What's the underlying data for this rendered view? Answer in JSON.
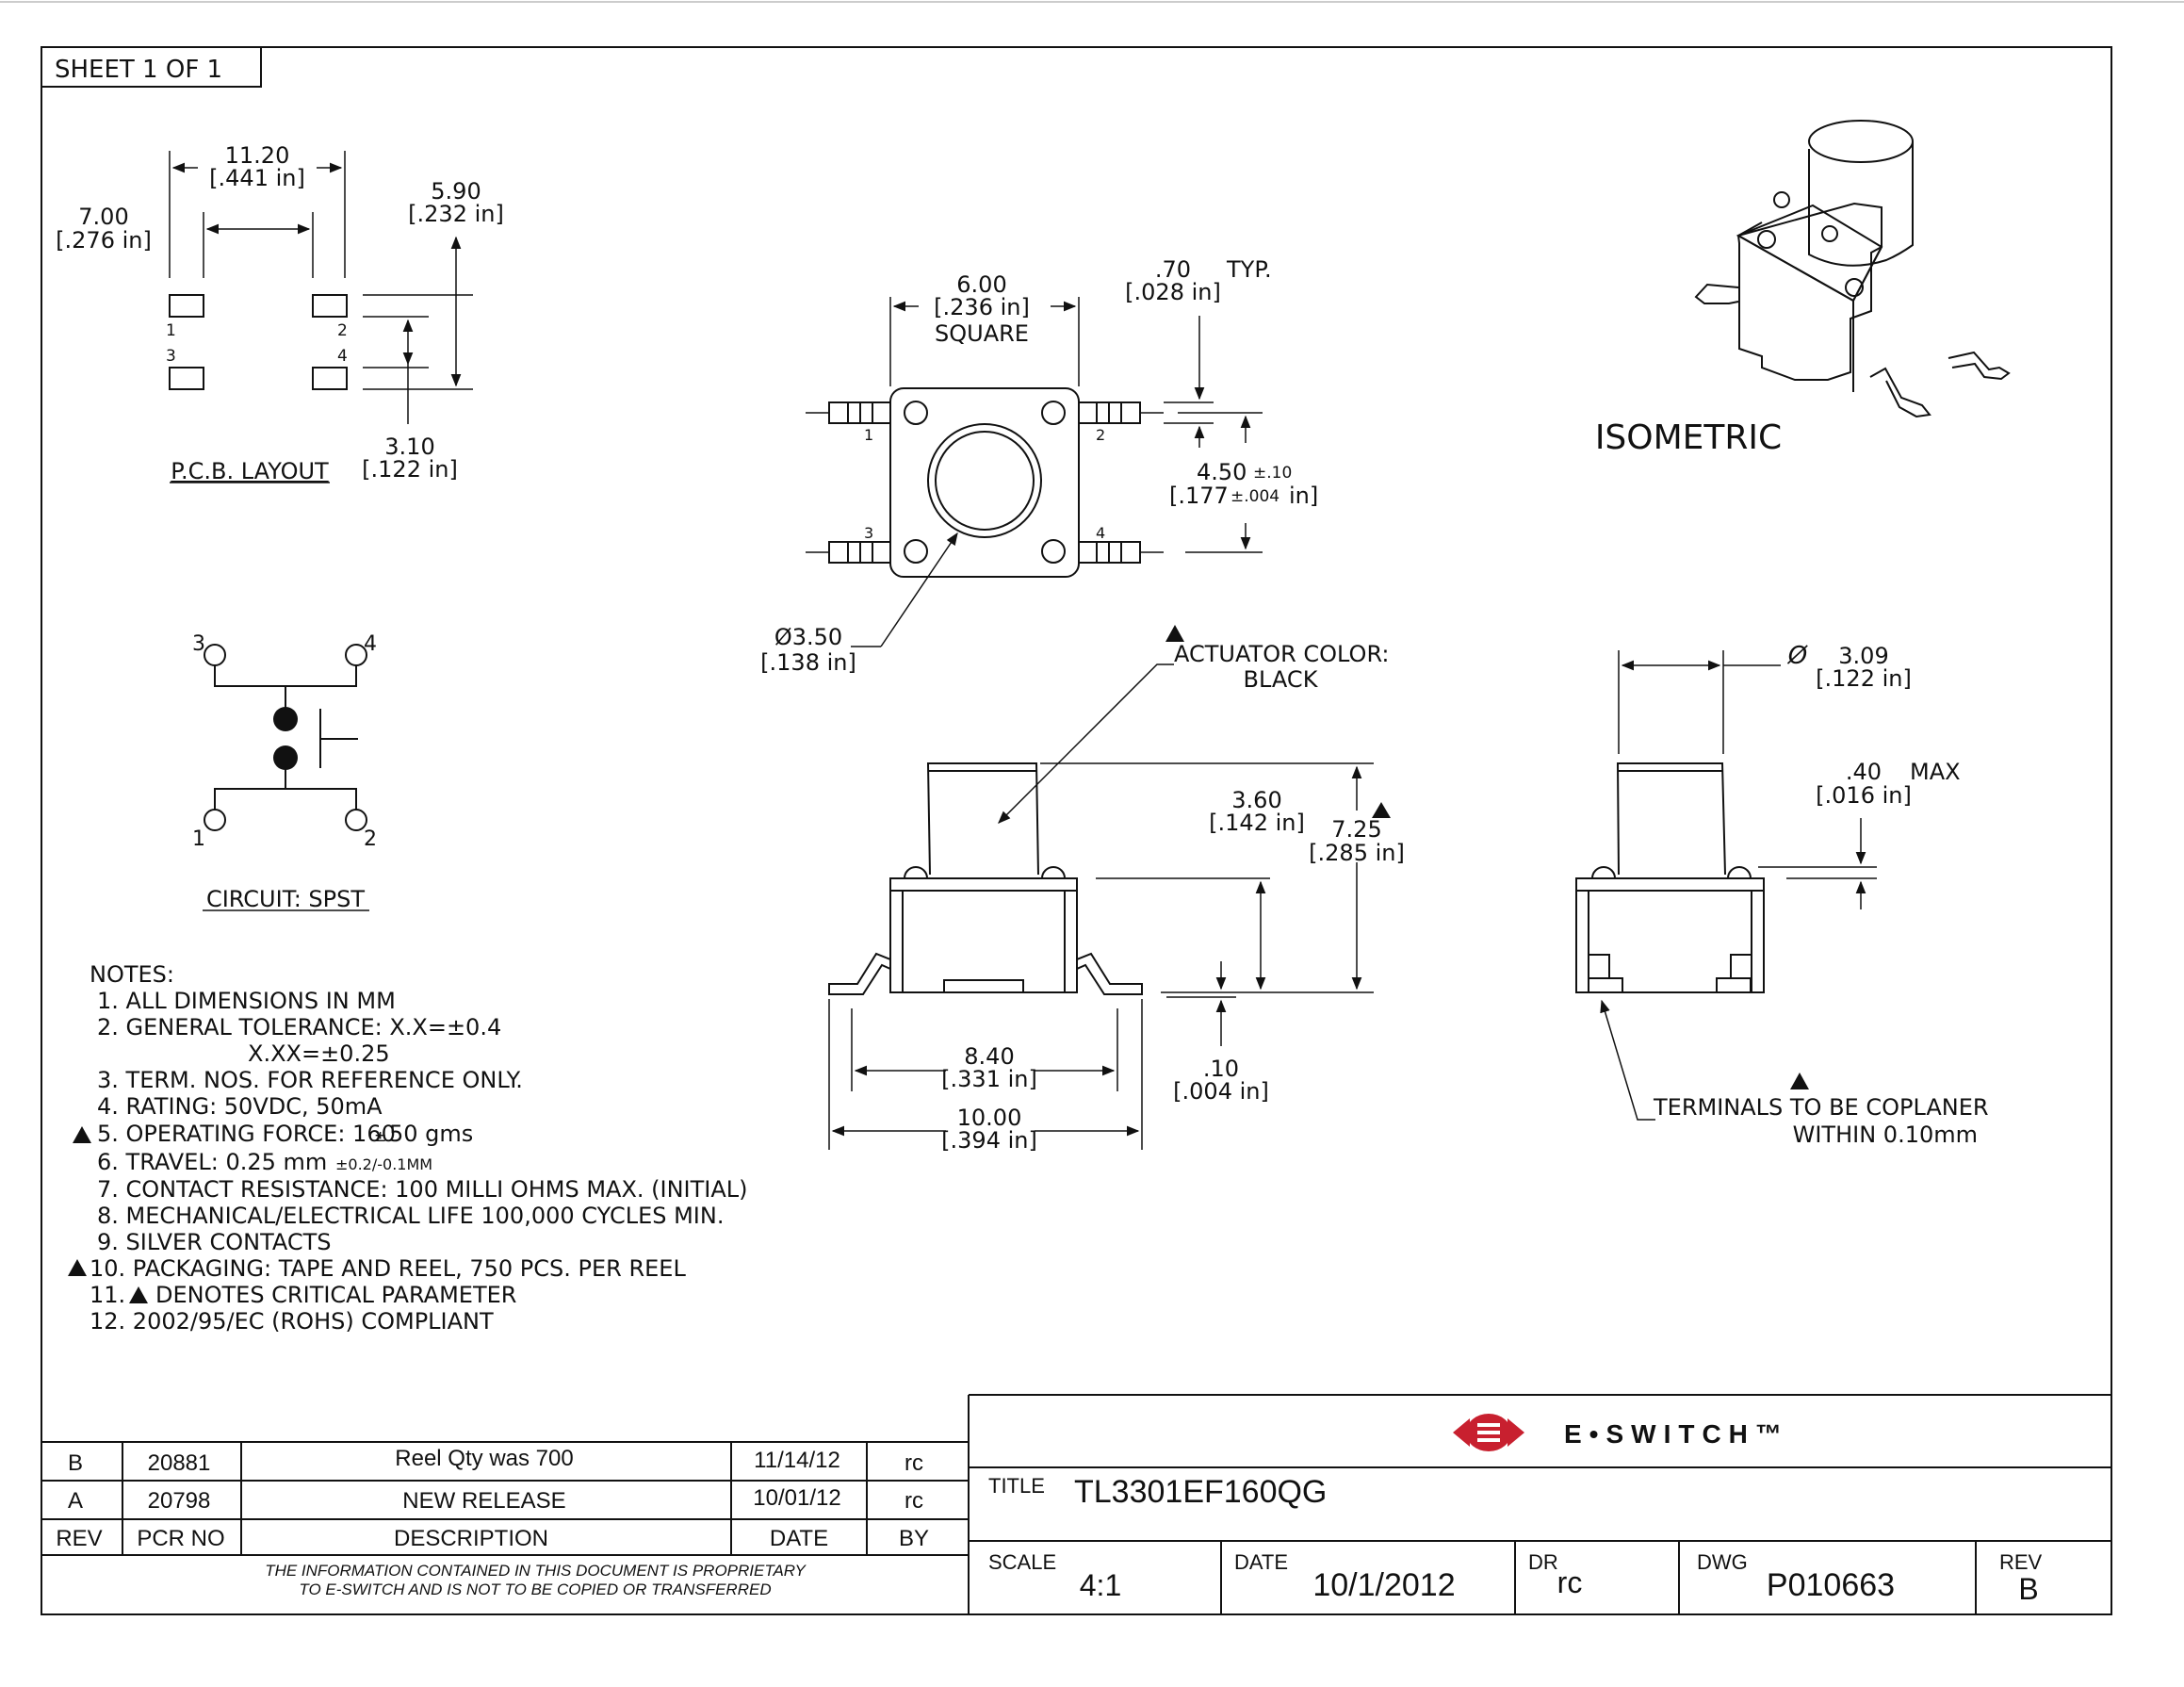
{
  "sheet": {
    "label": "SHEET 1 OF 1"
  },
  "pcb_layout": {
    "title": "P.C.B. LAYOUT",
    "dim_width": {
      "mm": "11.20",
      "in": "[.441 in]"
    },
    "dim_inner": {
      "mm": "7.00",
      "in": "[.276 in]"
    },
    "dim_height": {
      "mm": "5.90",
      "in": "[.232 in]"
    },
    "dim_pitch": {
      "mm": "3.10",
      "in": "[.122 in]"
    },
    "pad_labels": [
      "1",
      "2",
      "3",
      "4"
    ]
  },
  "circuit": {
    "title": "CIRCUIT: SPST",
    "pin_labels": [
      "3",
      "4",
      "1",
      "2"
    ]
  },
  "top_view": {
    "dim_square": {
      "mm": "6.00",
      "in": "[.236 in]",
      "note": "SQUARE"
    },
    "dim_lead": {
      "mm": ".70",
      "in": "[.028 in]",
      "note": "TYP."
    },
    "dim_pitch": {
      "mm": "4.50",
      "tol_mm": "±.10",
      "in": "[.177",
      "tol_in": "±.004",
      "in_end": "in]"
    },
    "dim_actuator": {
      "mm": "Ø3.50",
      "in": "[.138 in]"
    },
    "pin_labels": [
      "1",
      "2",
      "3",
      "4"
    ]
  },
  "isometric": {
    "label": "ISOMETRIC"
  },
  "side_view": {
    "actuator_note_line1": "ACTUATOR COLOR:",
    "actuator_note_line2": "BLACK",
    "dim_actuator_height": {
      "mm": "3.60",
      "in": "[.142 in]"
    },
    "dim_total_height": {
      "mm": "7.25",
      "in": "[.285 in]"
    },
    "dim_body_width": {
      "mm": "8.40",
      "in": "[.331 in]"
    },
    "dim_overall_width": {
      "mm": "10.00",
      "in": "[.394 in]"
    },
    "dim_standoff": {
      "mm": ".10",
      "in": "[.004 in]"
    }
  },
  "end_view": {
    "dim_diameter": {
      "symbol": "Ø",
      "mm": "3.09",
      "in": "[.122 in]"
    },
    "dim_max": {
      "mm": ".40",
      "note": "MAX",
      "in": "[.016 in]"
    },
    "coplanar_note_line1": "TERMINALS TO BE COPLANER",
    "coplanar_note_line2": "WITHIN 0.10mm"
  },
  "notes": {
    "heading": "NOTES:",
    "items": [
      "1. ALL DIMENSIONS IN MM",
      "2. GENERAL TOLERANCE: X.X=±0.4",
      "X.XX=±0.25",
      "3. TERM. NOS. FOR REFERENCE ONLY.",
      "4. RATING: 50VDC, 50mA",
      "5. OPERATING FORCE: 160",
      "±",
      "50 gms",
      "6. TRAVEL: 0.25 mm",
      "±0.2/-0.1MM",
      "7. CONTACT RESISTANCE: 100 MILLI OHMS MAX. (INITIAL)",
      "8. MECHANICAL/ELECTRICAL LIFE 100,000 CYCLES MIN.",
      "9. SILVER CONTACTS",
      "10. PACKAGING: TAPE AND REEL, 750 PCS. PER REEL",
      "11.",
      "DENOTES CRITICAL PARAMETER",
      "12. 2002/95/EC (ROHS) COMPLIANT"
    ]
  },
  "revision_table": {
    "rows": [
      {
        "rev": "B",
        "pcr": "20881",
        "desc": "Reel Qty was 700",
        "date": "11/14/12",
        "by": "rc"
      },
      {
        "rev": "A",
        "pcr": "20798",
        "desc": "NEW RELEASE",
        "date": "10/01/12",
        "by": "rc"
      }
    ],
    "headers": {
      "rev": "REV",
      "pcr": "PCR NO",
      "desc": "DESCRIPTION",
      "date": "DATE",
      "by": "BY"
    },
    "proprietary_line1": "THE INFORMATION CONTAINED IN THIS DOCUMENT IS PROPRIETARY",
    "proprietary_line2": "TO E-SWITCH AND IS NOT TO BE COPIED OR TRANSFERRED"
  },
  "title_block": {
    "logo_text": "E•SWITCH™",
    "logo_color": "#c8202f",
    "title_label": "TITLE",
    "title_value": "TL3301EF160QG",
    "scale_label": "SCALE",
    "scale_value": "4:1",
    "date_label": "DATE",
    "date_value": "10/1/2012",
    "dr_label": "DR",
    "dr_value": "rc",
    "dwg_label": "DWG",
    "dwg_value": "P010663",
    "rev_label": "REV",
    "rev_value": "B"
  }
}
